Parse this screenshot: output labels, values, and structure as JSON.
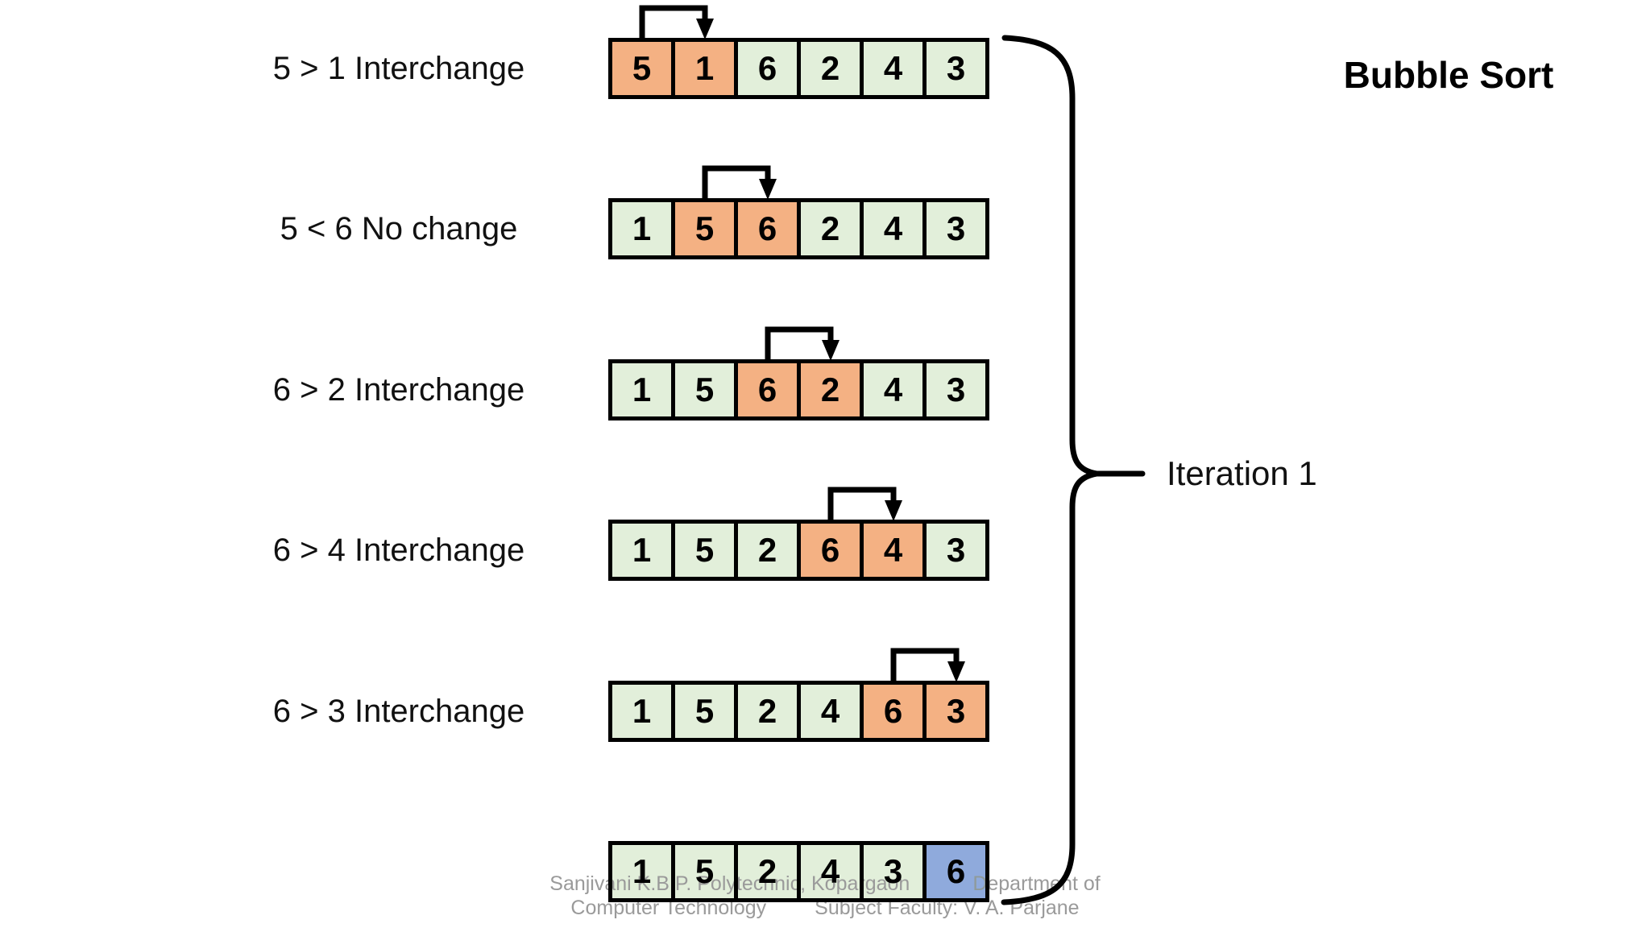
{
  "title": "Bubble Sort",
  "iteration": {
    "label": "Iteration 1"
  },
  "steps": [
    {
      "label": "5 > 1 Interchange",
      "values": [
        "5",
        "1",
        "6",
        "2",
        "4",
        "3"
      ],
      "highlight": [
        0,
        1
      ],
      "style": "compare",
      "arrow": [
        0,
        1
      ]
    },
    {
      "label": "5 < 6 No change",
      "values": [
        "1",
        "5",
        "6",
        "2",
        "4",
        "3"
      ],
      "highlight": [
        1,
        2
      ],
      "style": "compare",
      "arrow": [
        1,
        2
      ]
    },
    {
      "label": "6 > 2 Interchange",
      "values": [
        "1",
        "5",
        "6",
        "2",
        "4",
        "3"
      ],
      "highlight": [
        2,
        3
      ],
      "style": "compare",
      "arrow": [
        2,
        3
      ]
    },
    {
      "label": "6 > 4 Interchange",
      "values": [
        "1",
        "5",
        "2",
        "6",
        "4",
        "3"
      ],
      "highlight": [
        3,
        4
      ],
      "style": "compare",
      "arrow": [
        3,
        4
      ]
    },
    {
      "label": "6 > 3 Interchange",
      "values": [
        "1",
        "5",
        "2",
        "4",
        "6",
        "3"
      ],
      "highlight": [
        4,
        5
      ],
      "style": "compare",
      "arrow": [
        4,
        5
      ]
    },
    {
      "label": "",
      "values": [
        "1",
        "5",
        "2",
        "4",
        "3",
        "6"
      ],
      "highlight": [
        5
      ],
      "style": "sorted",
      "arrow": null
    }
  ],
  "footer": {
    "line1_left": "Sanjivani K.B.P. Polytechnic, Kopargaon",
    "line1_right": "Department of",
    "line2_left": "Computer Technology",
    "line2_right": "Subject Faculty: V. A. Parjane"
  },
  "colors": {
    "cell_default": "#E2EFDA",
    "cell_compare": "#F4B183",
    "cell_sorted": "#8FAADC",
    "line": "#000000",
    "footer_text": "#9A9A9A"
  }
}
